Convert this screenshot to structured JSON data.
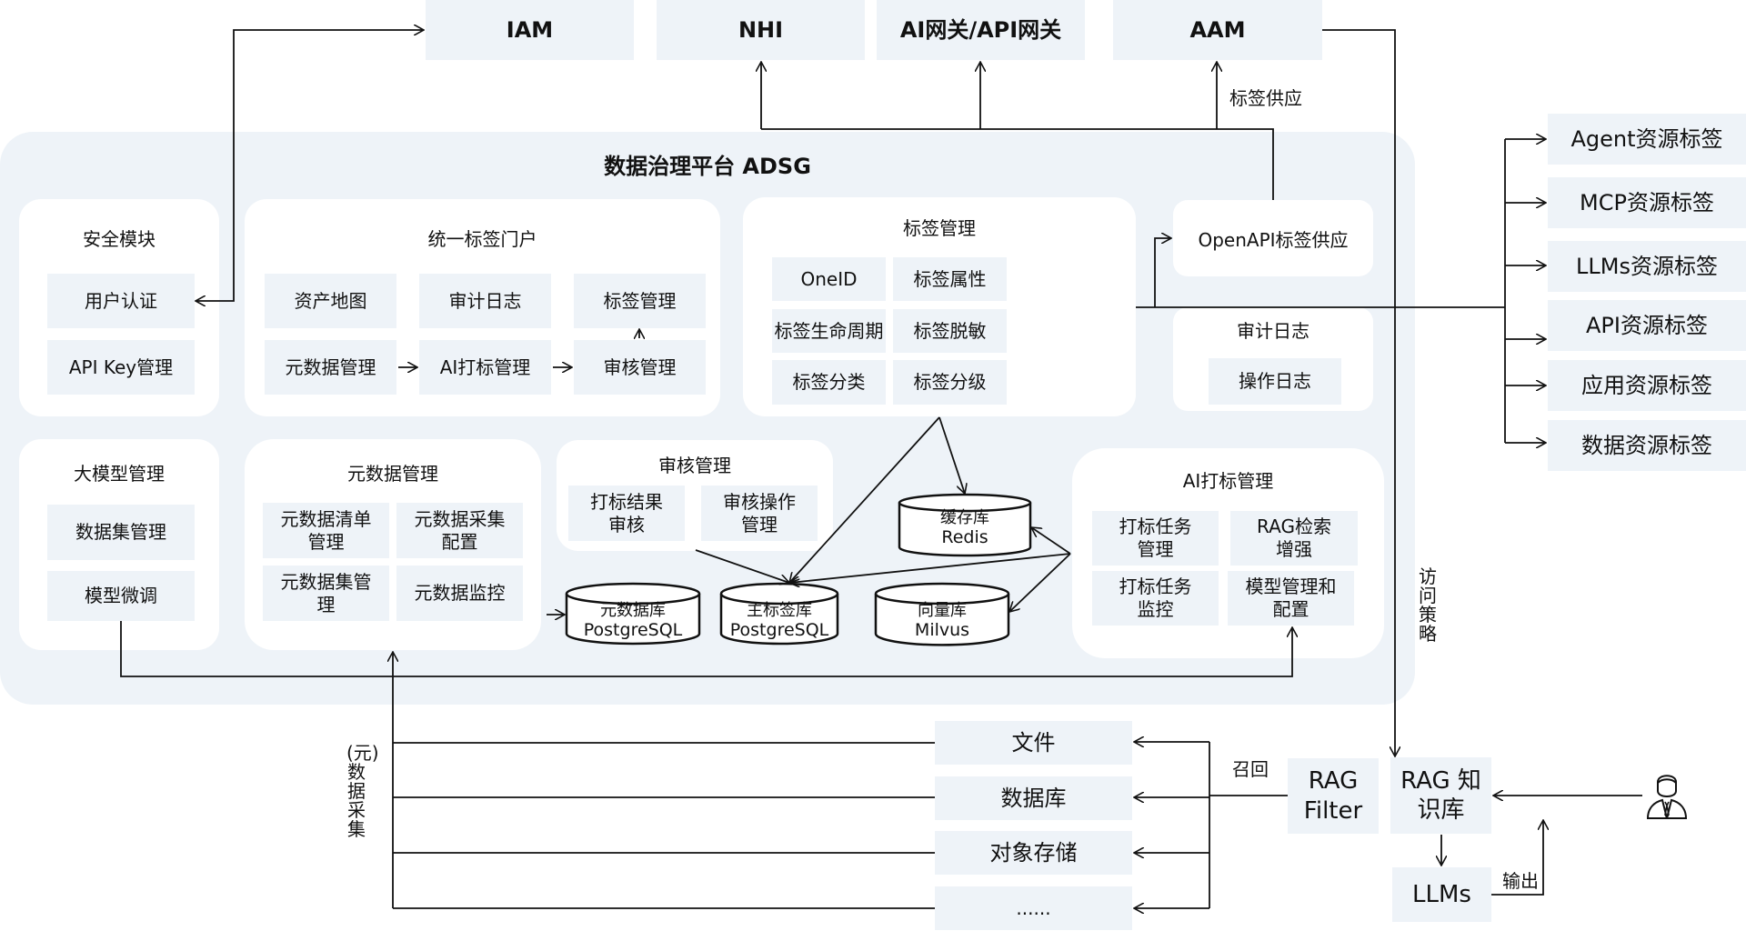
{
  "top_systems": {
    "iam": "IAM",
    "nhi": "NHI",
    "gateway": "AI网关/API网关",
    "aam": "AAM"
  },
  "labels": {
    "tag_supply": "标签供应",
    "access_policy": "访问策略",
    "recall": "召回",
    "output": "输出",
    "data_collection": "(元)数据采集"
  },
  "platform": {
    "title": "数据治理平台 ADSG",
    "security": {
      "title": "安全模块",
      "items": [
        "用户认证",
        "API Key管理"
      ]
    },
    "portal": {
      "title": "统一标签门户",
      "items": [
        "资产地图",
        "审计日志",
        "标签管理",
        "元数据管理",
        "AI打标管理",
        "审核管理"
      ]
    },
    "tag_management": {
      "title": "标签管理",
      "items": [
        "OneID",
        "标签属性",
        "标签生命周期",
        "标签脱敏",
        "标签分类",
        "标签分级"
      ]
    },
    "openapi": {
      "title": "OpenAPI标签供应"
    },
    "audit_log": {
      "title": "审计日志",
      "items": [
        "操作日志"
      ]
    },
    "llm_management": {
      "title": "大模型管理",
      "items": [
        "数据集管理",
        "模型微调"
      ]
    },
    "metadata_management": {
      "title": "元数据管理",
      "items": [
        "元数据清单管理",
        "元数据采集配置",
        "元数据集管理",
        "元数据监控"
      ]
    },
    "review_management": {
      "title": "审核管理",
      "items": [
        "打标结果审核",
        "审核操作管理"
      ]
    },
    "databases": {
      "metadata_db": {
        "name": "元数据库",
        "engine": "PostgreSQL"
      },
      "master_tag_db": {
        "name": "主标签库",
        "engine": "PostgreSQL"
      },
      "vector_db": {
        "name": "向量库",
        "engine": "Milvus"
      },
      "cache_db": {
        "name": "缓存库",
        "engine": "Redis"
      }
    },
    "ai_labeling": {
      "title": "AI打标管理",
      "items": [
        "打标任务管理",
        "RAG检索增强",
        "打标任务监控",
        "模型管理和配置"
      ]
    }
  },
  "resource_tags": [
    "Agent资源标签",
    "MCP资源标签",
    "LLMs资源标签",
    "API资源标签",
    "应用资源标签",
    "数据资源标签"
  ],
  "data_sources": [
    "文件",
    "数据库",
    "对象存储",
    "......"
  ],
  "rag": {
    "filter": "RAG Filter",
    "knowledge_base": "RAG 知识库",
    "llms": "LLMs"
  },
  "icons": {
    "user": "user-businessman-icon"
  },
  "colors": {
    "box_fill": "#eef3f8",
    "panel_fill": "#ffffff",
    "line": "#111111"
  }
}
